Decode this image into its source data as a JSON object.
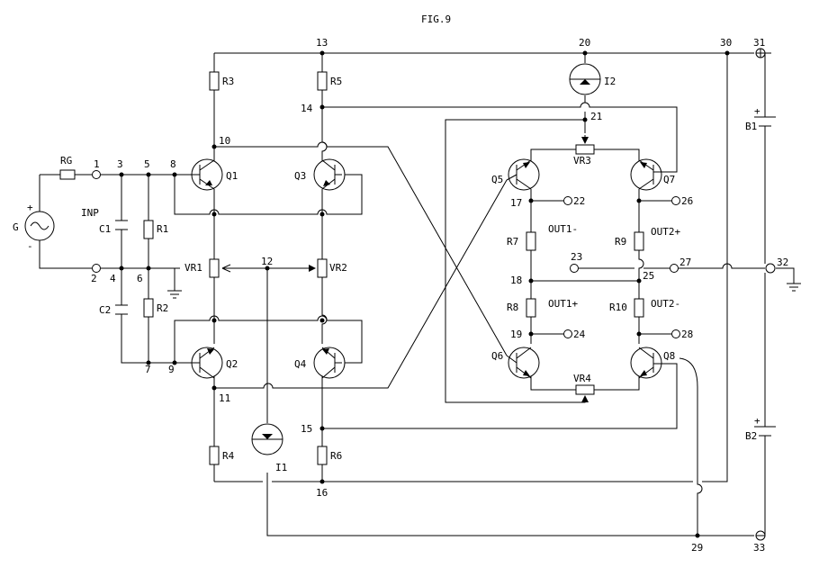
{
  "title": "FIG.9",
  "nodes": [
    "1",
    "2",
    "3",
    "4",
    "5",
    "6",
    "7",
    "8",
    "9",
    "10",
    "11",
    "12",
    "13",
    "14",
    "15",
    "16",
    "17",
    "18",
    "19",
    "20",
    "21",
    "22",
    "23",
    "24",
    "25",
    "26",
    "27",
    "28",
    "29",
    "30",
    "31",
    "32",
    "33"
  ],
  "components": {
    "resistors": [
      "RG",
      "R1",
      "R2",
      "R3",
      "R4",
      "R5",
      "R6",
      "R7",
      "R8",
      "R9",
      "R10"
    ],
    "capacitors": [
      "C1",
      "C2"
    ],
    "variable_resistors": [
      "VR1",
      "VR2",
      "VR3",
      "VR4"
    ],
    "transistors": [
      "Q1",
      "Q2",
      "Q3",
      "Q4",
      "Q5",
      "Q6",
      "Q7",
      "Q8"
    ],
    "current_sources": [
      "I1",
      "I2"
    ],
    "batteries": [
      "B1",
      "B2"
    ],
    "signal_source": "G"
  },
  "labels": {
    "input": "INP",
    "out1_minus": "OUT1-",
    "out1_plus": "OUT1+",
    "out2_plus": "OUT2+",
    "out2_minus": "OUT2-",
    "plus": "+",
    "minus": "-"
  }
}
